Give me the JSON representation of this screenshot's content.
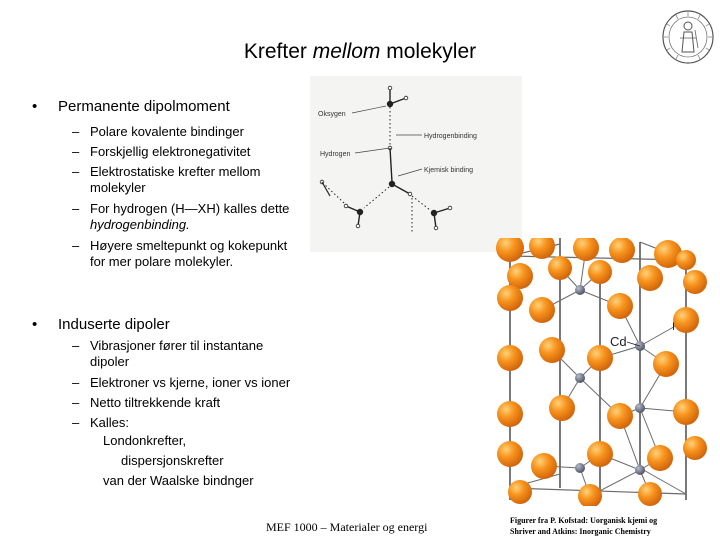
{
  "slide": {
    "title_plain": "Krefter ",
    "title_em": "mellom",
    "title_rest": " molekyler",
    "bullet_glyph": "•",
    "dash_glyph": "–"
  },
  "section1": {
    "heading": "Permanente dipolmoment",
    "items": [
      "Polare kovalente bindinger",
      "Forskjellig elektronegativitet",
      "Elektrostatiske krefter mellom",
      "molekyler",
      "For hydrogen (H—XH) kalles dette",
      "hydrogenbinding",
      "Høyere smeltepunkt og kokepunkt",
      "for mer polare molekyler."
    ]
  },
  "section2": {
    "heading": "Induserte dipoler",
    "items": [
      "Vibrasjoner fører til instantane",
      "dipoler",
      "Elektroner vs kjerne, ioner vs ioner",
      "Netto tiltrekkende kraft",
      "Kalles:"
    ],
    "names": [
      "Londonkrefter,",
      "dispersjonskrefter",
      "van der Waalske bindnger"
    ]
  },
  "water_diagram": {
    "label_oxygen": "Oksygen",
    "label_hydrogen": "Hydrogen",
    "label_hbond": "Hydrogenbinding",
    "label_covalent": "Kjemisk  binding"
  },
  "crystal": {
    "label_cd": "Cd",
    "label_i": "I",
    "colors": {
      "iodine": "#f5891a",
      "iodine_light": "#ffc070",
      "cadmium": "#7a7f95",
      "rod": "#6a6a6a"
    }
  },
  "footer": {
    "course": "MEF 1000 – Materialer og energi",
    "credit_line1": "Figurer fra P. Kofstad: Uorganisk kjemi og",
    "credit_line2": "Shriver and Atkins: Inorganic Chemistry"
  },
  "logo": {
    "name": "university-seal"
  }
}
